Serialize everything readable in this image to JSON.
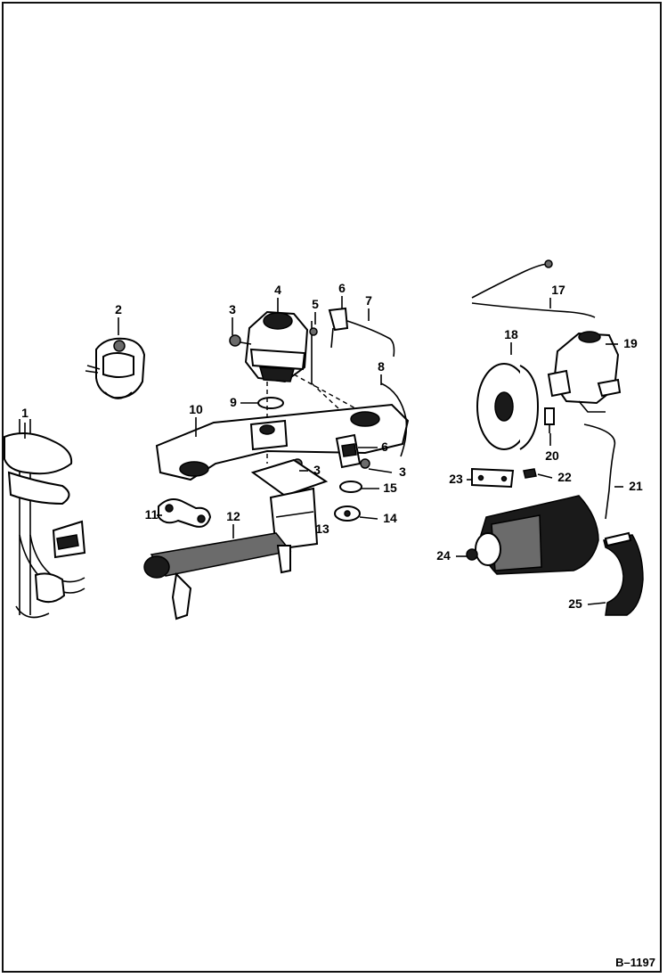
{
  "diagram": {
    "figure_ref": "B–1197",
    "callouts": [
      {
        "id": "c1",
        "label": "1"
      },
      {
        "id": "c2",
        "label": "2"
      },
      {
        "id": "c3a",
        "label": "3"
      },
      {
        "id": "c4",
        "label": "4"
      },
      {
        "id": "c5",
        "label": "5"
      },
      {
        "id": "c6a",
        "label": "6"
      },
      {
        "id": "c7",
        "label": "7"
      },
      {
        "id": "c8",
        "label": "8"
      },
      {
        "id": "c9",
        "label": "9"
      },
      {
        "id": "c10",
        "label": "10"
      },
      {
        "id": "c6b",
        "label": "6"
      },
      {
        "id": "c3b",
        "label": "3"
      },
      {
        "id": "c3c",
        "label": "3"
      },
      {
        "id": "c15",
        "label": "15"
      },
      {
        "id": "c11",
        "label": "11"
      },
      {
        "id": "c12",
        "label": "12"
      },
      {
        "id": "c13",
        "label": "13"
      },
      {
        "id": "c14",
        "label": "14"
      },
      {
        "id": "c17",
        "label": "17"
      },
      {
        "id": "c18",
        "label": "18"
      },
      {
        "id": "c19",
        "label": "19"
      },
      {
        "id": "c20",
        "label": "20"
      },
      {
        "id": "c21",
        "label": "21"
      },
      {
        "id": "c22",
        "label": "22"
      },
      {
        "id": "c23",
        "label": "23"
      },
      {
        "id": "c24",
        "label": "24"
      },
      {
        "id": "c25",
        "label": "25"
      }
    ]
  }
}
